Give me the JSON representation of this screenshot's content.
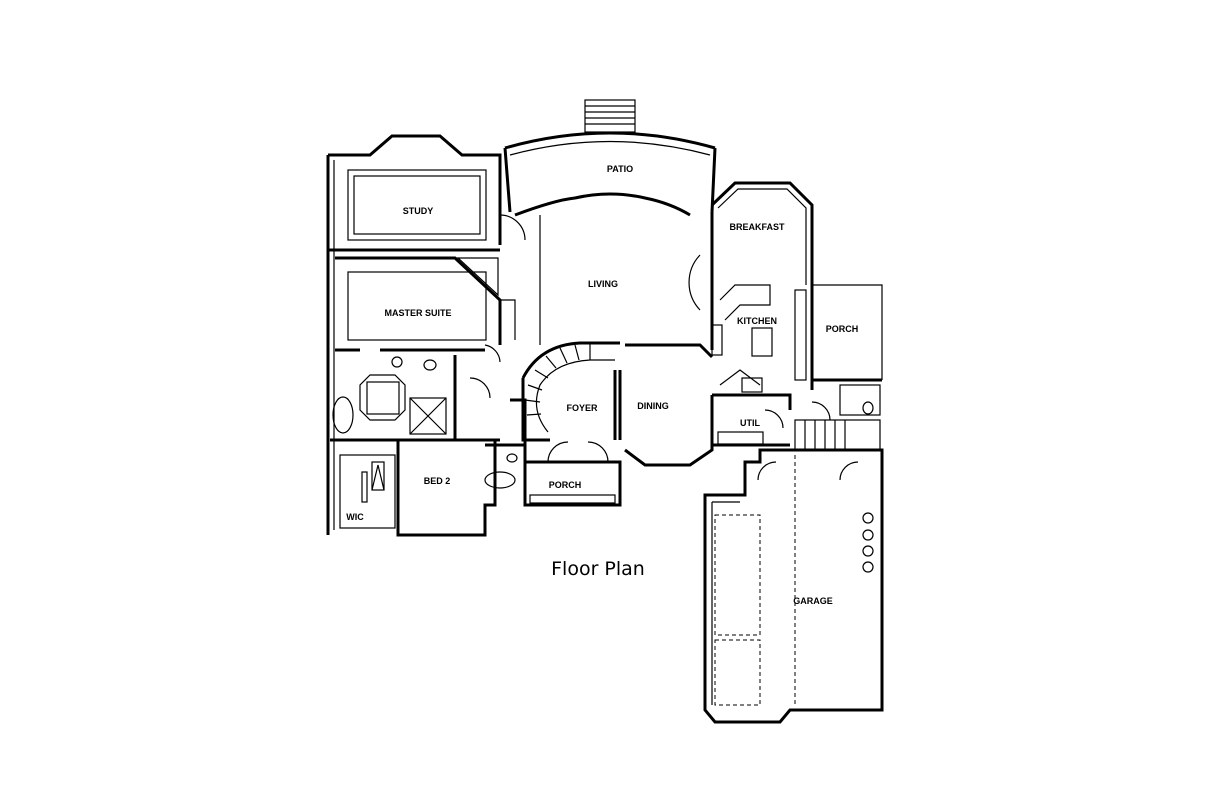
{
  "title": "Floor Plan",
  "rooms": {
    "patio": "PATIO",
    "study": "STUDY",
    "breakfast": "BREAKFAST",
    "living": "LIVING",
    "master_suite": "MASTER SUITE",
    "kitchen": "KITCHEN",
    "side_porch": "PORCH",
    "foyer": "FOYER",
    "dining": "DINING",
    "util": "UTIL",
    "bed2": "BED 2",
    "front_porch": "PORCH",
    "wic": "WIC",
    "garage": "GARAGE"
  }
}
